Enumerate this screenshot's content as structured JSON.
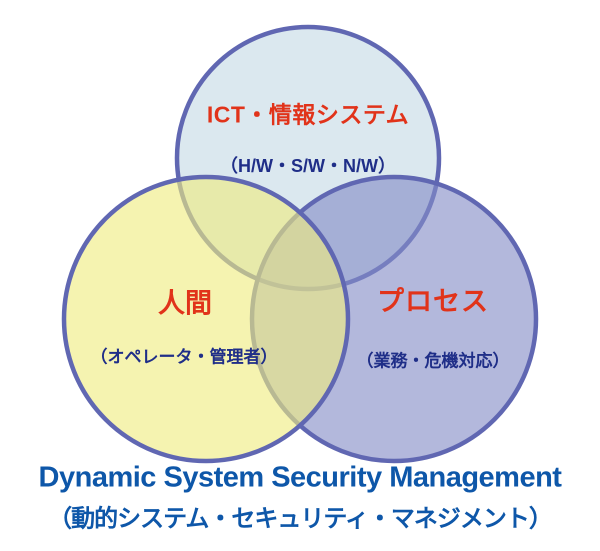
{
  "diagram": {
    "ict": {
      "label": "ICT・情報システム",
      "sublabel": "（H/W・S/W・N/W）"
    },
    "human": {
      "label": "人間",
      "sublabel": "（オペレータ・管理者）"
    },
    "process": {
      "label": "プロセス",
      "sublabel": "（業務・危機対応）"
    }
  },
  "title": {
    "en": "Dynamic System Security Management",
    "ja": "（動的システム・セキュリティ・マネジメント）"
  },
  "colors": {
    "background": "#ffffff",
    "circle_stroke": "#6067b2",
    "ict_fill": "#dbe8ef",
    "process_fill": "#848cc7",
    "human_fill": "#efec80",
    "label_red": "#e1331a",
    "sublabel_navy": "#1f2e88",
    "title_blue": "#0e57a9"
  }
}
